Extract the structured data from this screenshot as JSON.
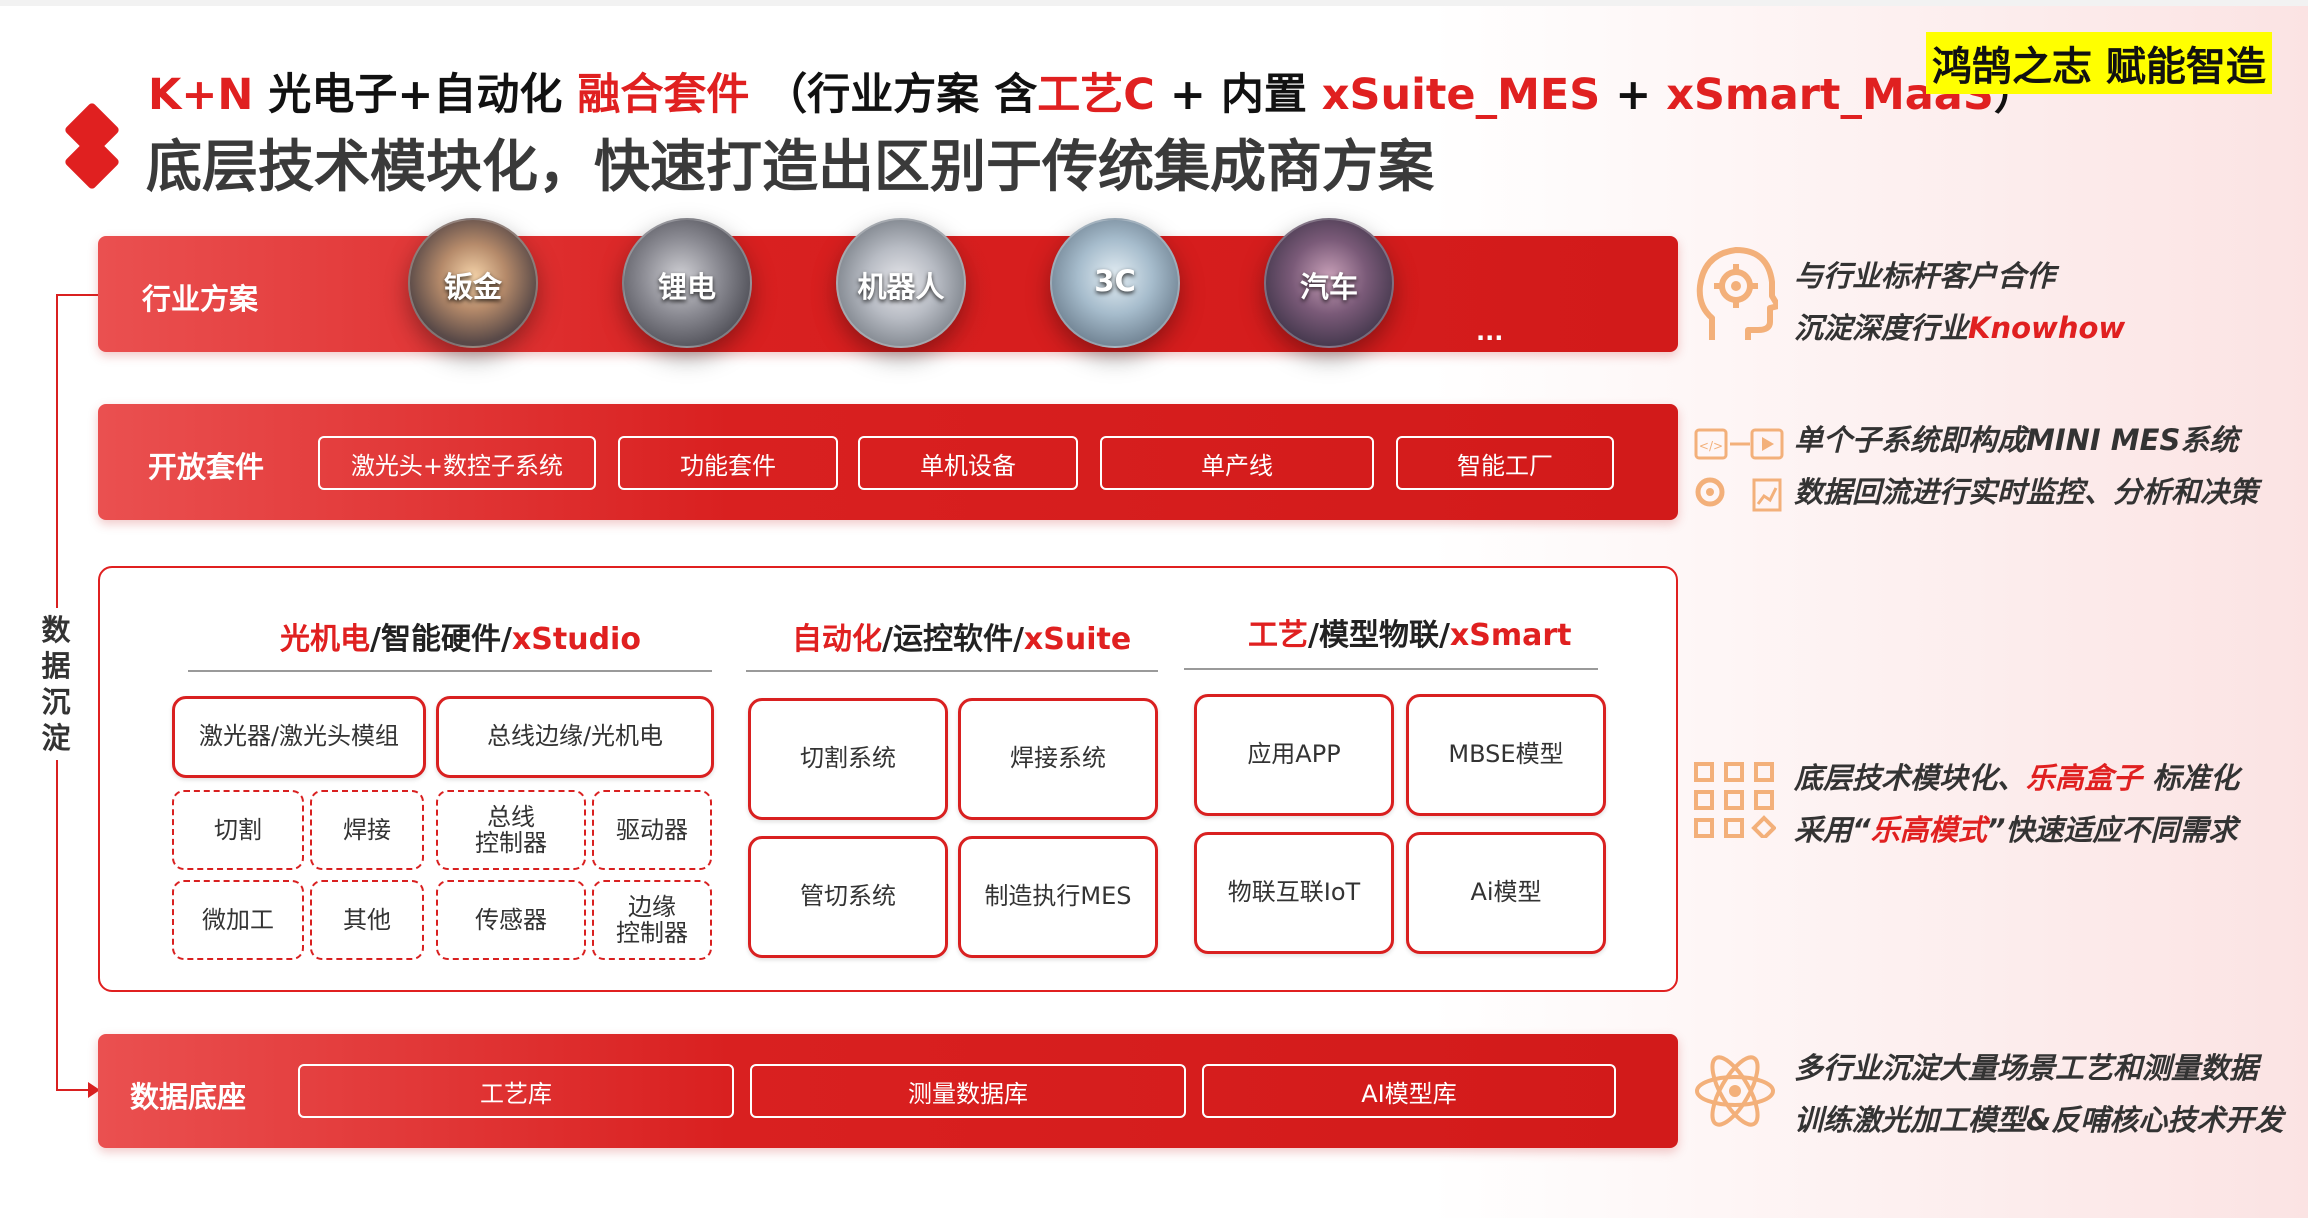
{
  "title": {
    "line1": {
      "kn": "K+N",
      "a": " 光电子+自动化 ",
      "b": "融合套件",
      "c": "  （行业方案 含",
      "d": "工艺C",
      "e": " + 内置 ",
      "f": "xSuite_MES",
      "g": " + ",
      "h": "xSmart_MaaS",
      "i": "）"
    },
    "line2": "底层技术模块化，快速打造出区别于传统集成商方案",
    "badge": "鸿鹄之志 赋能智造"
  },
  "industry_band": {
    "label": "行业方案",
    "items": [
      "钣金",
      "锂电",
      "机器人",
      "3C",
      "汽车"
    ],
    "more": "..."
  },
  "suite_band": {
    "label": "开放套件",
    "items": [
      "激光头+数控子系统",
      "功能套件",
      "单机设备",
      "单产线",
      "智能工厂"
    ]
  },
  "core": {
    "col1": {
      "head_red": "光机电",
      "head_rest": "/智能硬件/",
      "head_red2": "xStudio",
      "big": [
        "激光器/激光头模组",
        "总线边缘/光机电"
      ],
      "small": [
        "切割",
        "焊接",
        "总线\n控制器",
        "驱动器",
        "微加工",
        "其他",
        "传感器",
        "边缘\n控制器"
      ]
    },
    "col2": {
      "head_red": "自动化",
      "head_rest": "/运控软件/",
      "head_red2": "xSuite",
      "boxes": [
        "切割系统",
        "焊接系统",
        "管切系统",
        "制造执行MES"
      ]
    },
    "col3": {
      "head_red": "工艺",
      "head_rest": "/模型物联/",
      "head_red2": "xSmart",
      "boxes": [
        "应用APP",
        "MBSE模型",
        "物联互联IoT",
        "Ai模型"
      ]
    }
  },
  "data_band": {
    "label": "数据底座",
    "items": [
      "工艺库",
      "测量数据库",
      "AI模型库"
    ]
  },
  "side_label": [
    "数",
    "据",
    "沉",
    "淀"
  ],
  "notes": {
    "n1": {
      "line1": "与行业标杆客户合作",
      "line2a": "沉淀深度行业",
      "line2b": "Knowhow"
    },
    "n2": {
      "line1": "单个子系统即构成MINI MES系统",
      "line2": "数据回流进行实时监控、分析和决策"
    },
    "n3": {
      "line1a": "底层技术模块化、",
      "line1b": "乐高盒子",
      "line1c": " 标准化",
      "line2a": "采用“",
      "line2b": "乐高模式",
      "line2c": "”快速适应不同需求"
    },
    "n4": {
      "line1": "多行业沉淀大量场景工艺和测量数据",
      "line2": "训练激光加工模型&反哺核心技术开发"
    }
  },
  "colors": {
    "brand_red": "#e02020",
    "badge_yellow": "#ffff00"
  }
}
